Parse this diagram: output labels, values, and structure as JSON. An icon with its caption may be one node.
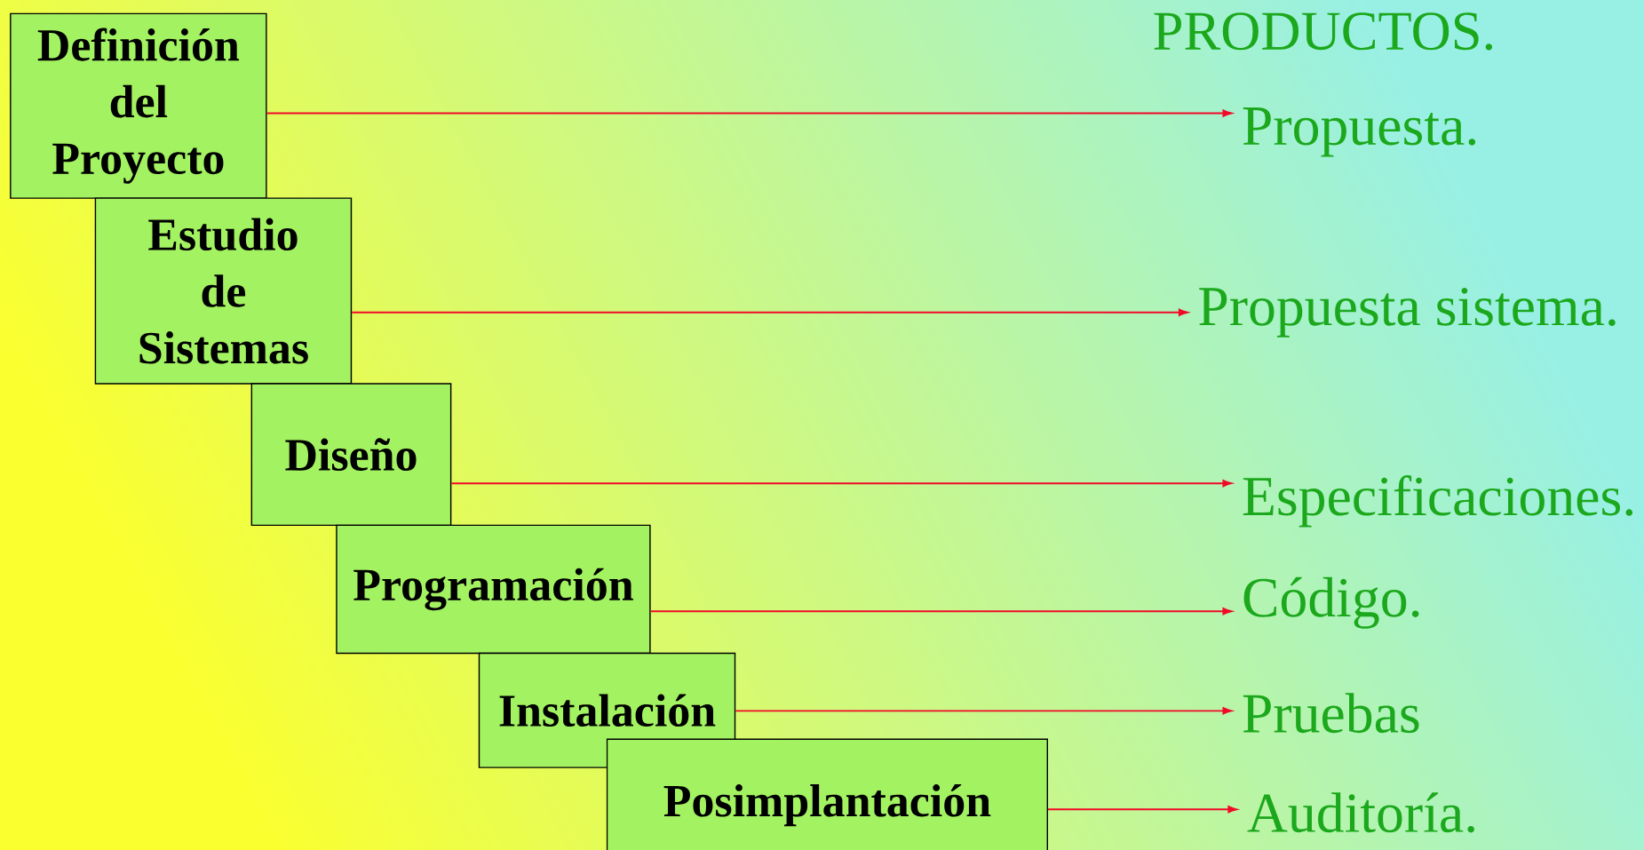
{
  "diagram": {
    "nodes": [
      {
        "text": [
          "Definición del Proyecto"
        ]
      },
      {
        "text": [
          "Estudio de Sistemas"
        ]
      },
      {
        "text": [
          "Diseño"
        ]
      },
      {
        "text": [
          "Programación"
        ]
      },
      {
        "text": [
          "Instalación"
        ]
      },
      {
        "text": [
          "Posimplantación"
        ]
      },
      {
        "text": [
          "Propuesta."
        ]
      },
      {
        "text": [
          "Propuesta sistema."
        ]
      },
      {
        "text": [
          "Especificaciones."
        ]
      },
      {
        "text": [
          "Código."
        ]
      },
      {
        "text": [
          "Pruebas"
        ]
      },
      {
        "text": [
          "Auditoría."
        ]
      }
    ],
    "edges": [
      {
        "from": 0,
        "to": 6,
        "arrow": "to"
      },
      {
        "from": 1,
        "to": 7,
        "arrow": "to"
      },
      {
        "from": 2,
        "to": 8,
        "arrow": "to"
      },
      {
        "from": 3,
        "to": 9,
        "arrow": "to"
      },
      {
        "from": 4,
        "to": 10,
        "arrow": "to"
      },
      {
        "from": 5,
        "to": 11,
        "arrow": "to"
      }
    ],
    "labels": [
      "PRODUCTOS."
    ]
  }
}
